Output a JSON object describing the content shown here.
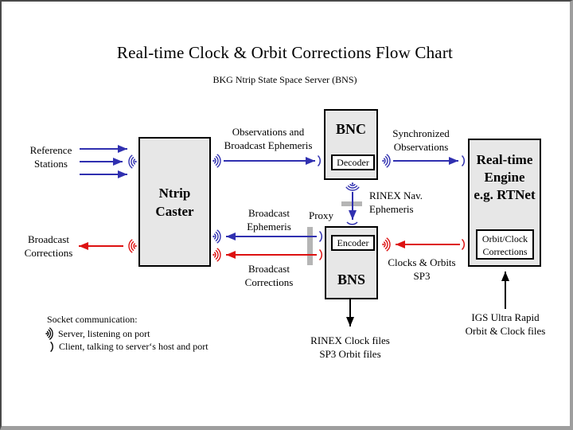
{
  "title": "Real-time Clock & Orbit Corrections Flow Chart",
  "subtitle": "BKG Ntrip State Space Server (BNS)",
  "nodes": {
    "ntrip_caster": {
      "line1": "Ntrip",
      "line2": "Caster"
    },
    "bnc": {
      "title": "BNC",
      "sub": "Decoder"
    },
    "bns": {
      "title": "BNS",
      "sub": "Encoder"
    },
    "rt_engine": {
      "line1": "Real-time",
      "line2": "Engine",
      "line3": "e.g. RTNet",
      "sub_line1": "Orbit/Clock",
      "sub_line2": "Corrections"
    }
  },
  "labels": {
    "reference_stations": [
      "Reference",
      "Stations"
    ],
    "broadcast_corrections_left": [
      "Broadcast",
      "Corrections"
    ],
    "observations_broadcast": [
      "Observations and",
      "Broadcast Ephemeris"
    ],
    "synchronized_observations": [
      "Synchronized",
      "Observations"
    ],
    "rinex_nav": [
      "RINEX Nav.",
      "Ephemeris"
    ],
    "proxy": "Proxy",
    "broadcast_ephemeris_mid": [
      "Broadcast",
      "Ephemeris"
    ],
    "broadcast_corrections_mid": [
      "Broadcast",
      "Corrections"
    ],
    "clocks_orbits": [
      "Clocks & Orbits",
      "SP3"
    ],
    "rinex_clock_files": [
      "RINEX Clock files",
      "SP3 Orbit files"
    ],
    "igs_ultra_rapid": [
      "IGS Ultra Rapid",
      "Orbit & Clock files"
    ]
  },
  "legend": {
    "title": "Socket communication:",
    "server": "Server, listening on port",
    "client": "Client, talking to server‘s host and port"
  },
  "colors": {
    "arrow_blue": "#3030b0",
    "arrow_red": "#dd1111",
    "arrow_black": "#000000",
    "box_fill": "#e7e7e7",
    "proxy_bar": "#b5b5b5"
  }
}
